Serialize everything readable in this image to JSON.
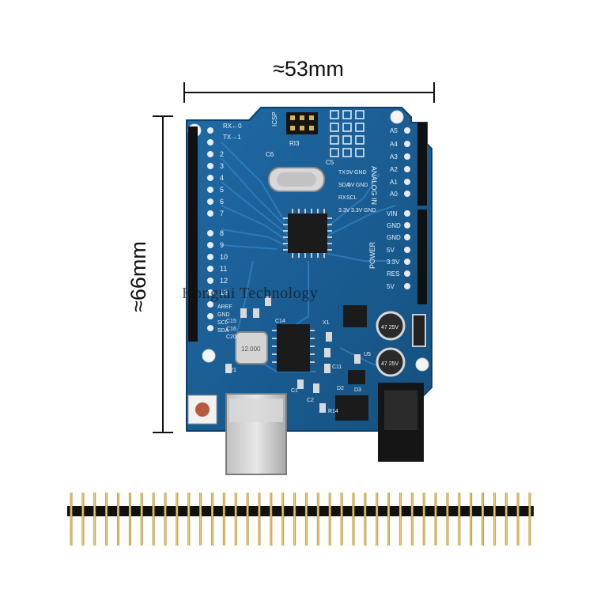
{
  "dimensions": {
    "width_label": "≈53mm",
    "height_label": "≈66mm"
  },
  "watermark": "Hongtai Technology",
  "board": {
    "color": "#1a5f96",
    "trace_color": "#2f7fc0",
    "top_labels": [
      "RX←0",
      "TX→1",
      "ICSP",
      "RI3",
      "C6",
      "C5"
    ],
    "digital_pins": [
      "2",
      "3",
      "4",
      "5",
      "6",
      "7",
      "8",
      "9",
      "10",
      "11",
      "12",
      "13"
    ],
    "side_labels": [
      "AREF",
      "GND",
      "SCL",
      "SDA"
    ],
    "analog_header": "ANALOG IN",
    "analog_pins": [
      "A5",
      "A4",
      "A3",
      "A2",
      "A1",
      "A0"
    ],
    "power_header": "POWER",
    "power_pins": [
      "VIN",
      "GND",
      "GND",
      "5V",
      "3.3V",
      "RES",
      "5V"
    ],
    "i2c_labels": [
      "TX",
      "5V",
      "GND",
      "SDA",
      "5V",
      "GND",
      "RX",
      "SCL",
      "3.3V",
      "3.3V",
      "GND"
    ],
    "capacitor_labels": [
      "47 25V",
      "47 25V"
    ],
    "crystal_label": "12.000",
    "misc_labels": [
      "C14",
      "C15",
      "C16",
      "C20",
      "C21",
      "C11",
      "C1",
      "C2",
      "R14",
      "U5",
      "X1",
      "D2",
      "D3"
    ]
  }
}
